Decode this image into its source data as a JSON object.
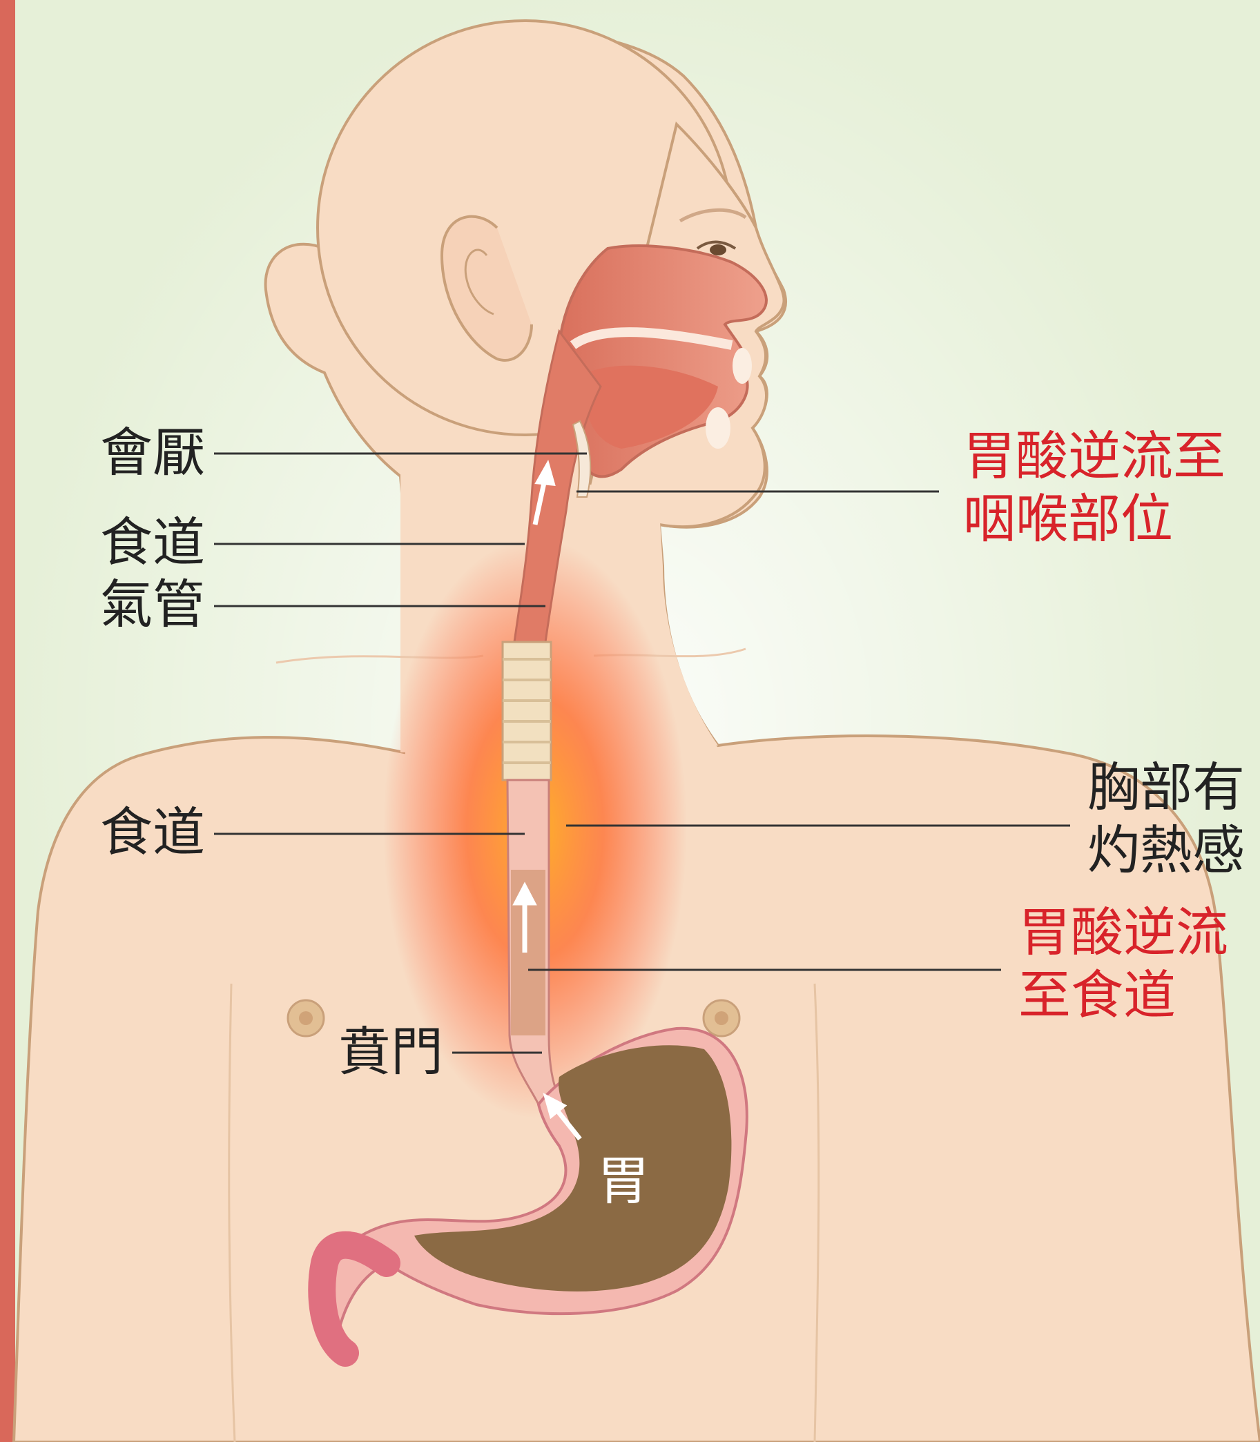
{
  "colors": {
    "background": "#e6f0d8",
    "side_bar": "#d9685a",
    "skin": "#f8dcc4",
    "skin_outline": "#c9a07a",
    "mucosa": "#e58a76",
    "heat_glow": "#ff7a2f",
    "stomach_content": "#8b6a44",
    "stomach_wall": "#f4b8b0",
    "red_text": "#d8232a",
    "black_text": "#222222"
  },
  "labels": {
    "epiglottis": "會厭",
    "esophagus_upper": "食道",
    "trachea": "氣管",
    "esophagus_lower": "食道",
    "cardia": "賁門",
    "stomach": "胃"
  },
  "callouts": {
    "reflux_throat": [
      "胃酸逆流至",
      "咽喉部位"
    ],
    "chest_burning": [
      "胸部有",
      "灼熱感"
    ],
    "reflux_esophagus": [
      "胃酸逆流",
      "至食道"
    ]
  }
}
